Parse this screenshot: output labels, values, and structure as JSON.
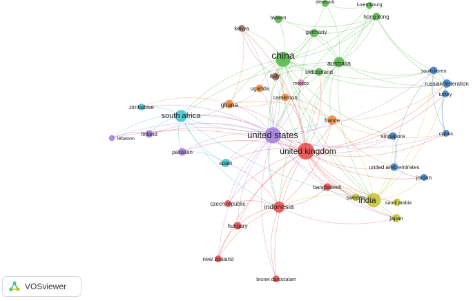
{
  "branding": {
    "name": "VOSviewer",
    "logo_icon": "vosviewer-logo-icon"
  },
  "clusters": {
    "red": "#e74c4c",
    "green": "#55b84a",
    "blue": "#3b7fc4",
    "yellow": "#c4c43a",
    "purple": "#a57ddc",
    "cyan": "#3fc1d0",
    "orange": "#f08a3c",
    "brown": "#a0705a",
    "pink": "#e887b9"
  },
  "nodes": [
    {
      "id": "china",
      "label": "china",
      "cluster": "green",
      "weight": 22
    },
    {
      "id": "australia",
      "label": "australia",
      "cluster": "green",
      "weight": 9
    },
    {
      "id": "germany",
      "label": "germany",
      "cluster": "green",
      "weight": 5
    },
    {
      "id": "taiwan",
      "label": "taiwan",
      "cluster": "green",
      "weight": 4
    },
    {
      "id": "denmark",
      "label": "denmark",
      "cluster": "green",
      "weight": 3
    },
    {
      "id": "luxembourg",
      "label": "luxembourg",
      "cluster": "green",
      "weight": 3
    },
    {
      "id": "hongkong",
      "label": "hong kong",
      "cluster": "green",
      "weight": 4
    },
    {
      "id": "switzerland",
      "label": "switzerland",
      "cluster": "green",
      "weight": 4
    },
    {
      "id": "kenya",
      "label": "kenya",
      "cluster": "brown",
      "weight": 3
    },
    {
      "id": "italy",
      "label": "italy",
      "cluster": "brown",
      "weight": 4
    },
    {
      "id": "mexico",
      "label": "mexico",
      "cluster": "pink",
      "weight": 3
    },
    {
      "id": "uganda",
      "label": "uganda",
      "cluster": "orange",
      "weight": 4
    },
    {
      "id": "ghana",
      "label": "ghana",
      "cluster": "orange",
      "weight": 6
    },
    {
      "id": "cameroon",
      "label": "cameroon",
      "cluster": "orange",
      "weight": 4
    },
    {
      "id": "france",
      "label": "france",
      "cluster": "orange",
      "weight": 7
    },
    {
      "id": "southafrica",
      "label": "south africa",
      "cluster": "cyan",
      "weight": 13
    },
    {
      "id": "zimbabwe",
      "label": "zimbabwe",
      "cluster": "cyan",
      "weight": 3
    },
    {
      "id": "spain",
      "label": "spain",
      "cluster": "cyan",
      "weight": 5
    },
    {
      "id": "unitedstates",
      "label": "united states",
      "cluster": "purple",
      "weight": 26
    },
    {
      "id": "finland",
      "label": "finland",
      "cluster": "purple",
      "weight": 4
    },
    {
      "id": "lebanon",
      "label": "lebanon",
      "cluster": "purple",
      "weight": 2
    },
    {
      "id": "pakistan",
      "label": "pakistan",
      "cluster": "purple",
      "weight": 4
    },
    {
      "id": "unitedkingdom",
      "label": "united kingdom",
      "cluster": "red",
      "weight": 28
    },
    {
      "id": "indonesia",
      "label": "indonesia",
      "cluster": "red",
      "weight": 11
    },
    {
      "id": "czechrepublic",
      "label": "czech republic",
      "cluster": "red",
      "weight": 3
    },
    {
      "id": "hungary",
      "label": "hungary",
      "cluster": "red",
      "weight": 4
    },
    {
      "id": "newzealand",
      "label": "new zealand",
      "cluster": "red",
      "weight": 3
    },
    {
      "id": "brunei",
      "label": "brunei darussalam",
      "cluster": "red",
      "weight": 3
    },
    {
      "id": "bangladesh",
      "label": "bangladesh",
      "cluster": "red",
      "weight": 4
    },
    {
      "id": "india",
      "label": "india",
      "cluster": "yellow",
      "weight": 20
    },
    {
      "id": "sweden",
      "label": "sweden",
      "cluster": "yellow",
      "weight": 4
    },
    {
      "id": "saudiarabia",
      "label": "saudi arabia",
      "cluster": "yellow",
      "weight": 4
    },
    {
      "id": "japan",
      "label": "japan",
      "cluster": "yellow",
      "weight": 5
    },
    {
      "id": "southkorea",
      "label": "south korea",
      "cluster": "blue",
      "weight": 4
    },
    {
      "id": "russianfederation",
      "label": "russian federation",
      "cluster": "blue",
      "weight": 5
    },
    {
      "id": "turkey",
      "label": "turkey",
      "cluster": "blue",
      "weight": 3
    },
    {
      "id": "cyprus",
      "label": "cyprus",
      "cluster": "blue",
      "weight": 3
    },
    {
      "id": "singapore",
      "label": "singapore",
      "cluster": "blue",
      "weight": 4
    },
    {
      "id": "uae",
      "label": "united arab emirates",
      "cluster": "blue",
      "weight": 4
    },
    {
      "id": "jordan",
      "label": "jordan",
      "cluster": "blue",
      "weight": 3
    }
  ],
  "links": [
    [
      "china",
      "australia"
    ],
    [
      "china",
      "germany"
    ],
    [
      "china",
      "taiwan"
    ],
    [
      "china",
      "denmark"
    ],
    [
      "china",
      "luxembourg"
    ],
    [
      "china",
      "hongkong"
    ],
    [
      "china",
      "switzerland"
    ],
    [
      "china",
      "unitedstates"
    ],
    [
      "china",
      "unitedkingdom"
    ],
    [
      "china",
      "kenya"
    ],
    [
      "china",
      "italy"
    ],
    [
      "china",
      "southafrica"
    ],
    [
      "china",
      "ghana"
    ],
    [
      "china",
      "india"
    ],
    [
      "china",
      "france"
    ],
    [
      "china",
      "indonesia"
    ],
    [
      "china",
      "southkorea"
    ],
    [
      "china",
      "russianfederation"
    ],
    [
      "china",
      "singapore"
    ],
    [
      "china",
      "japan"
    ],
    [
      "china",
      "cameroon"
    ],
    [
      "china",
      "uganda"
    ],
    [
      "australia",
      "unitedkingdom"
    ],
    [
      "australia",
      "unitedstates"
    ],
    [
      "australia",
      "india"
    ],
    [
      "australia",
      "hongkong"
    ],
    [
      "australia",
      "denmark"
    ],
    [
      "australia",
      "luxembourg"
    ],
    [
      "australia",
      "southafrica"
    ],
    [
      "australia",
      "taiwan"
    ],
    [
      "australia",
      "germany"
    ],
    [
      "australia",
      "indonesia"
    ],
    [
      "australia",
      "russianfederation"
    ],
    [
      "australia",
      "southkorea"
    ],
    [
      "australia",
      "france"
    ],
    [
      "germany",
      "unitedstates"
    ],
    [
      "germany",
      "unitedkingdom"
    ],
    [
      "germany",
      "hongkong"
    ],
    [
      "hongkong",
      "unitedkingdom"
    ],
    [
      "hongkong",
      "unitedstates"
    ],
    [
      "hongkong",
      "southkorea"
    ],
    [
      "hongkong",
      "russianfederation"
    ],
    [
      "unitedstates",
      "unitedkingdom"
    ],
    [
      "unitedstates",
      "southafrica"
    ],
    [
      "unitedstates",
      "india"
    ],
    [
      "unitedstates",
      "indonesia"
    ],
    [
      "unitedstates",
      "ghana"
    ],
    [
      "unitedstates",
      "zimbabwe"
    ],
    [
      "unitedstates",
      "finland"
    ],
    [
      "unitedstates",
      "lebanon"
    ],
    [
      "unitedstates",
      "pakistan"
    ],
    [
      "unitedstates",
      "spain"
    ],
    [
      "unitedstates",
      "kenya"
    ],
    [
      "unitedstates",
      "france"
    ],
    [
      "unitedstates",
      "hungary"
    ],
    [
      "unitedstates",
      "newzealand"
    ],
    [
      "unitedstates",
      "czechrepublic"
    ],
    [
      "unitedstates",
      "italy"
    ],
    [
      "unitedstates",
      "mexico"
    ],
    [
      "unitedstates",
      "cameroon"
    ],
    [
      "unitedstates",
      "uganda"
    ],
    [
      "unitedstates",
      "japan"
    ],
    [
      "unitedstates",
      "brunei"
    ],
    [
      "unitedstates",
      "southkorea"
    ],
    [
      "unitedstates",
      "cyprus"
    ],
    [
      "unitedstates",
      "singapore"
    ],
    [
      "unitedkingdom",
      "india"
    ],
    [
      "unitedkingdom",
      "indonesia"
    ],
    [
      "unitedkingdom",
      "southafrica"
    ],
    [
      "unitedkingdom",
      "ghana"
    ],
    [
      "unitedkingdom",
      "france"
    ],
    [
      "unitedkingdom",
      "spain"
    ],
    [
      "unitedkingdom",
      "uae"
    ],
    [
      "unitedkingdom",
      "jordan"
    ],
    [
      "unitedkingdom",
      "bangladesh"
    ],
    [
      "unitedkingdom",
      "sweden"
    ],
    [
      "unitedkingdom",
      "saudiarabia"
    ],
    [
      "unitedkingdom",
      "japan"
    ],
    [
      "unitedkingdom",
      "singapore"
    ],
    [
      "unitedkingdom",
      "hungary"
    ],
    [
      "unitedkingdom",
      "newzealand"
    ],
    [
      "unitedkingdom",
      "brunei"
    ],
    [
      "unitedkingdom",
      "czechrepublic"
    ],
    [
      "unitedkingdom",
      "pakistan"
    ],
    [
      "unitedkingdom",
      "cyprus"
    ],
    [
      "unitedkingdom",
      "russianfederation"
    ],
    [
      "unitedkingdom",
      "turkey"
    ],
    [
      "unitedkingdom",
      "lebanon"
    ],
    [
      "unitedkingdom",
      "finland"
    ],
    [
      "unitedkingdom",
      "italy"
    ],
    [
      "unitedkingdom",
      "switzerland"
    ],
    [
      "unitedkingdom",
      "kenya"
    ],
    [
      "unitedkingdom",
      "cameroon"
    ],
    [
      "southafrica",
      "zimbabwe"
    ],
    [
      "southafrica",
      "finland"
    ],
    [
      "southafrica",
      "lebanon"
    ],
    [
      "southafrica",
      "pakistan"
    ],
    [
      "southafrica",
      "spain"
    ],
    [
      "southafrica",
      "ghana"
    ],
    [
      "southafrica",
      "india"
    ],
    [
      "southafrica",
      "france"
    ],
    [
      "southafrica",
      "indonesia"
    ],
    [
      "india",
      "indonesia"
    ],
    [
      "india",
      "japan"
    ],
    [
      "india",
      "saudiarabia"
    ],
    [
      "india",
      "sweden"
    ],
    [
      "india",
      "uae"
    ],
    [
      "india",
      "jordan"
    ],
    [
      "india",
      "bangladesh"
    ],
    [
      "india",
      "france"
    ],
    [
      "india",
      "singapore"
    ],
    [
      "india",
      "russianfederation"
    ],
    [
      "india",
      "southkorea"
    ],
    [
      "indonesia",
      "hungary"
    ],
    [
      "indonesia",
      "newzealand"
    ],
    [
      "indonesia",
      "czechrepublic"
    ],
    [
      "indonesia",
      "brunei"
    ],
    [
      "indonesia",
      "bangladesh"
    ],
    [
      "indonesia",
      "japan"
    ],
    [
      "indonesia",
      "spain"
    ],
    [
      "indonesia",
      "france"
    ],
    [
      "france",
      "ghana"
    ],
    [
      "france",
      "cameroon"
    ],
    [
      "france",
      "russianfederation"
    ],
    [
      "france",
      "cyprus"
    ],
    [
      "france",
      "uae"
    ],
    [
      "ghana",
      "uganda"
    ],
    [
      "ghana",
      "cameroon"
    ],
    [
      "ghana",
      "kenya"
    ],
    [
      "ghana",
      "zimbabwe"
    ],
    [
      "russianfederation",
      "southkorea"
    ],
    [
      "russianfederation",
      "turkey"
    ],
    [
      "russianfederation",
      "cyprus"
    ],
    [
      "southkorea",
      "cyprus"
    ],
    [
      "southkorea",
      "uae"
    ],
    [
      "turkey",
      "cyprus"
    ],
    [
      "uae",
      "jordan"
    ],
    [
      "uae",
      "singapore"
    ],
    [
      "switzerland",
      "italy"
    ],
    [
      "switzerland",
      "mexico"
    ],
    [
      "kenya",
      "italy"
    ],
    [
      "taiwan",
      "hongkong"
    ],
    [
      "denmark",
      "luxembourg"
    ],
    [
      "spain",
      "pakistan"
    ],
    [
      "finland",
      "lebanon"
    ],
    [
      "hungary",
      "newzealand"
    ],
    [
      "japan",
      "saudiarabia"
    ],
    [
      "sweden",
      "bangladesh"
    ]
  ]
}
